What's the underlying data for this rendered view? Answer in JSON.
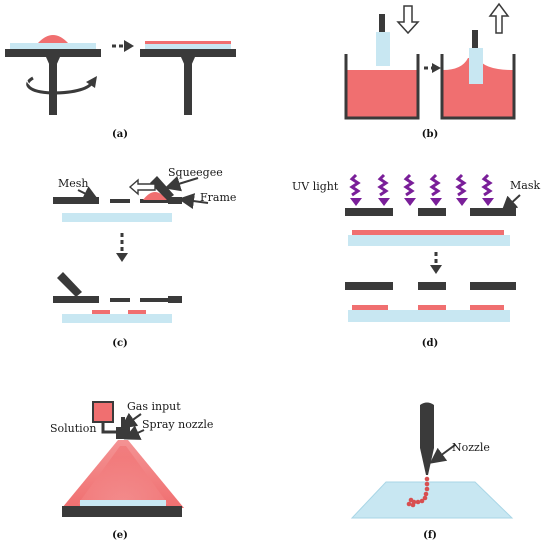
{
  "panels": {
    "a": {
      "caption": "(a)"
    },
    "b": {
      "caption": "(b)"
    },
    "c": {
      "caption": "(c)",
      "labels": {
        "squeegee": "Squeegee",
        "mesh": "Mesh",
        "frame": "Frame"
      }
    },
    "d": {
      "caption": "(d)",
      "labels": {
        "uv_light": "UV light",
        "mask": "Mask"
      }
    },
    "e": {
      "caption": "(e)",
      "labels": {
        "gas_input": "Gas input",
        "solution": "Solution",
        "spray_nozzle": "Spray nozzle"
      }
    },
    "f": {
      "caption": "(f)",
      "labels": {
        "nozzle": "Nozzle"
      }
    }
  },
  "colors": {
    "dark": "#3a3a3a",
    "substrate": "#c8e7f2",
    "ink": "#f06f70",
    "uv": "#7a1f99"
  }
}
